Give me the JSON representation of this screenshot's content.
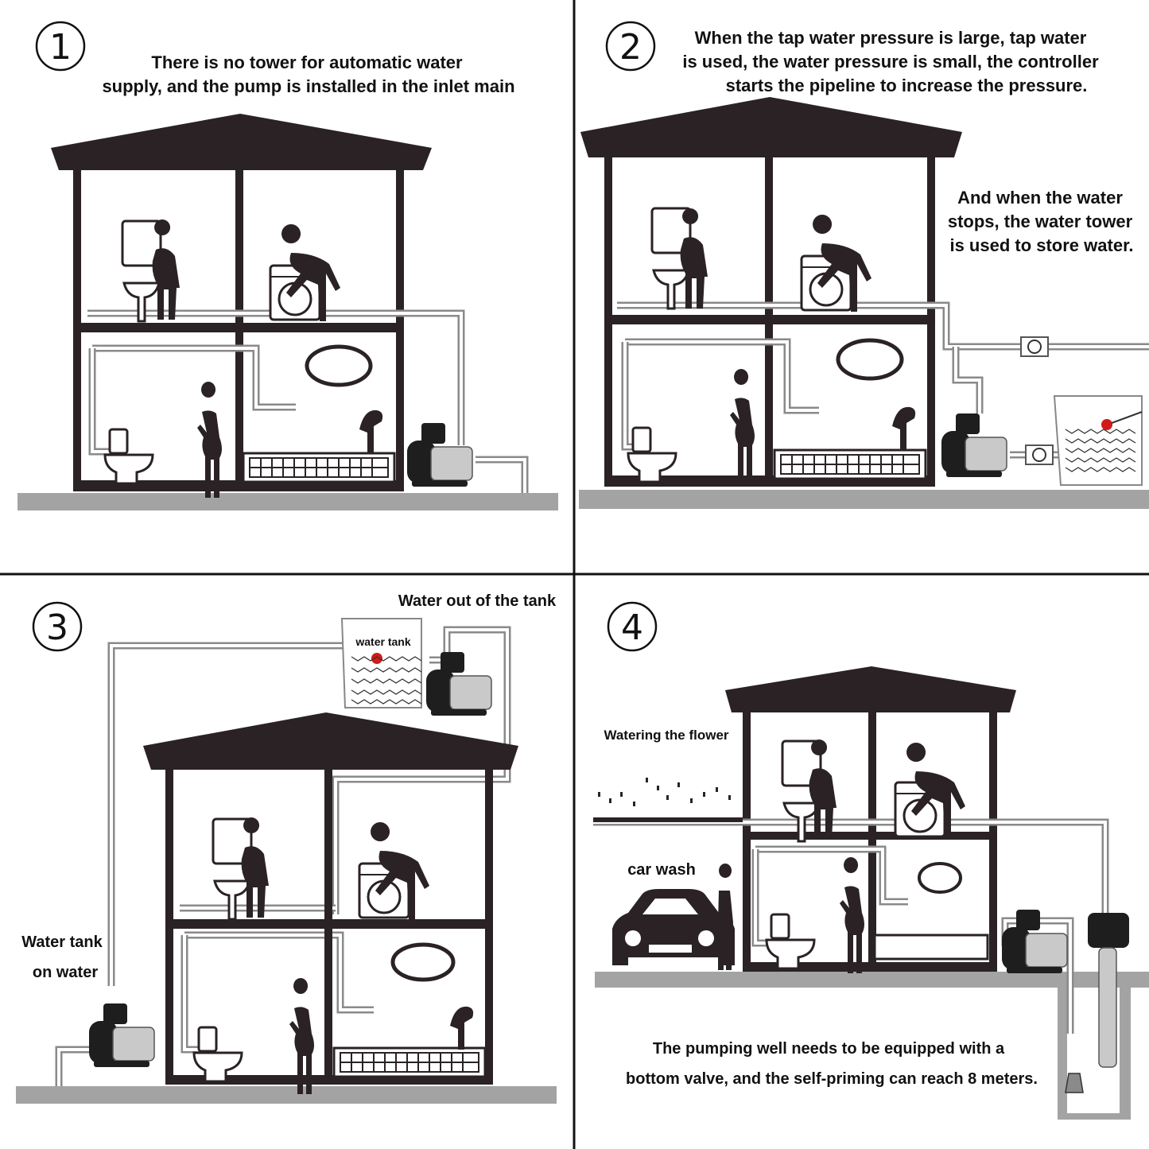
{
  "panels": [
    {
      "number": "1",
      "caption_lines": [
        "There is no tower for automatic water",
        "supply, and the pump is installed in the inlet main"
      ]
    },
    {
      "number": "2",
      "caption_lines": [
        "When the tap water pressure is large, tap water",
        "is used, the water pressure is small, the controller",
        "starts the pipeline to increase the pressure."
      ],
      "side_lines": [
        "And when the water",
        "stops, the water tower",
        "is used to store water."
      ]
    },
    {
      "number": "3",
      "top_label": "Water out of the tank",
      "tank_label": "water tank",
      "side_lines": [
        "Water tank",
        "on water"
      ]
    },
    {
      "number": "4",
      "flower_label": "Watering the flower",
      "car_label": "car wash",
      "bottom_lines": [
        "The pumping well needs to be equipped with a",
        "bottom valve, and the self-priming can reach 8 meters."
      ]
    }
  ],
  "colors": {
    "structure": "#2a2224",
    "pipe": "#8a8a8a",
    "ground": "#a3a3a3",
    "float_ball": "#d11a1a"
  }
}
